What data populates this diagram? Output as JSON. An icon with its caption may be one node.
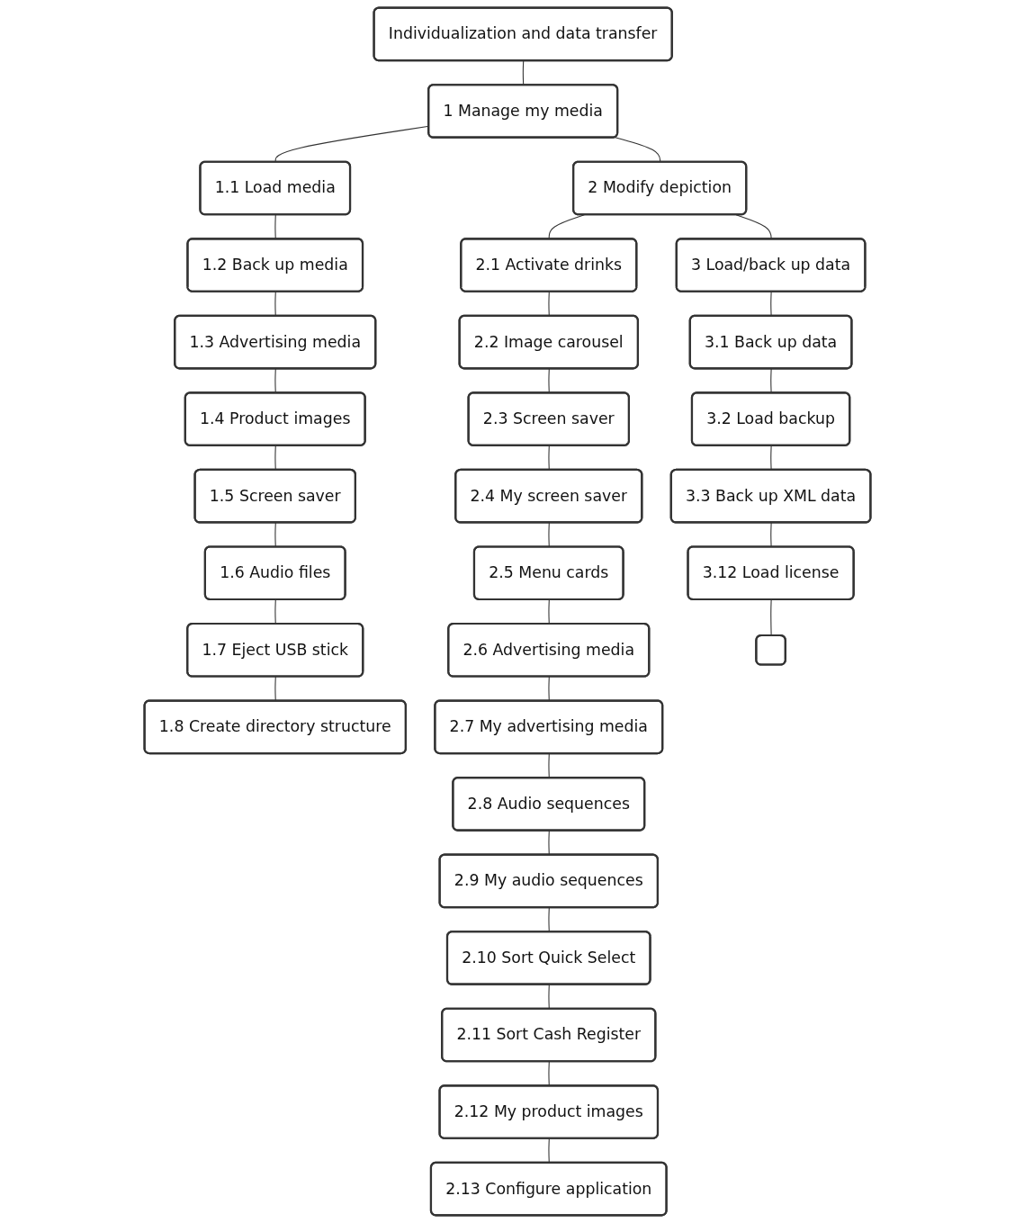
{
  "diagram": {
    "nodes": [
      {
        "text": [
          "Individualization and data transfer"
        ]
      },
      {
        "text": [
          "1 Manage my media"
        ]
      },
      {
        "text": [
          "2 Modify depiction"
        ]
      },
      {
        "text": [
          "3 Load/back up data"
        ]
      },
      {
        "text": [
          "1.1 Load media"
        ]
      },
      {
        "text": [
          "1.2 Back up media"
        ]
      },
      {
        "text": [
          "1.3 Advertising media"
        ]
      },
      {
        "text": [
          "1.4 Product images"
        ]
      },
      {
        "text": [
          "1.5 Screen saver"
        ]
      },
      {
        "text": [
          "1.6 Audio files"
        ]
      },
      {
        "text": [
          "1.7 Eject USB stick"
        ]
      },
      {
        "text": [
          "1.8 Create directory structure"
        ]
      },
      {
        "text": [
          "2.1 Activate drinks"
        ]
      },
      {
        "text": [
          "2.2 Image carousel"
        ]
      },
      {
        "text": [
          "2.3 Screen saver"
        ]
      },
      {
        "text": [
          "2.4 My screen saver"
        ]
      },
      {
        "text": [
          "2.5 Menu cards"
        ]
      },
      {
        "text": [
          "2.6 Advertising media"
        ]
      },
      {
        "text": [
          "2.7 My advertising media"
        ]
      },
      {
        "text": [
          "2.8 Audio sequences"
        ]
      },
      {
        "text": [
          "2.9 My audio sequences"
        ]
      },
      {
        "text": [
          "2.10 Sort Quick Select"
        ]
      },
      {
        "text": [
          "2.11 Sort Cash Register"
        ]
      },
      {
        "text": [
          "2.12 My product images"
        ]
      },
      {
        "text": [
          "2.13 Configure application"
        ]
      },
      {
        "text": [
          "3.1 Back up data"
        ]
      },
      {
        "text": [
          "3.2 Load backup"
        ]
      },
      {
        "text": [
          "3.3 Back up XML data"
        ]
      },
      {
        "text": [
          "3.12 Load license"
        ]
      },
      {
        "text": [],
        "shape": "box"
      }
    ],
    "edges": [
      {
        "from": 0,
        "to": 1,
        "arrow": "none"
      },
      {
        "from": 1,
        "to": 2,
        "arrow": "none"
      },
      {
        "from": 2,
        "to": 3,
        "arrow": "none"
      },
      {
        "from": 1,
        "to": 4,
        "arrow": "none"
      },
      {
        "from": 4,
        "to": 5,
        "arrow": "none"
      },
      {
        "from": 5,
        "to": 6,
        "arrow": "none"
      },
      {
        "from": 6,
        "to": 7,
        "arrow": "none"
      },
      {
        "from": 7,
        "to": 8,
        "arrow": "none"
      },
      {
        "from": 8,
        "to": 9,
        "arrow": "none"
      },
      {
        "from": 9,
        "to": 10,
        "arrow": "none"
      },
      {
        "from": 10,
        "to": 11,
        "arrow": "none"
      },
      {
        "from": 2,
        "to": 12,
        "arrow": "none"
      },
      {
        "from": 12,
        "to": 13,
        "arrow": "none"
      },
      {
        "from": 13,
        "to": 14,
        "arrow": "none"
      },
      {
        "from": 14,
        "to": 15,
        "arrow": "none"
      },
      {
        "from": 15,
        "to": 16,
        "arrow": "none"
      },
      {
        "from": 16,
        "to": 17,
        "arrow": "none"
      },
      {
        "from": 17,
        "to": 18,
        "arrow": "none"
      },
      {
        "from": 18,
        "to": 19,
        "arrow": "none"
      },
      {
        "from": 19,
        "to": 20,
        "arrow": "none"
      },
      {
        "from": 20,
        "to": 21,
        "arrow": "none"
      },
      {
        "from": 21,
        "to": 22,
        "arrow": "none"
      },
      {
        "from": 22,
        "to": 23,
        "arrow": "none"
      },
      {
        "from": 23,
        "to": 24,
        "arrow": "none"
      },
      {
        "from": 3,
        "to": 25,
        "arrow": "none"
      },
      {
        "from": 25,
        "to": 26,
        "arrow": "none"
      },
      {
        "from": 26,
        "to": 27,
        "arrow": "none"
      },
      {
        "from": 27,
        "to": 28,
        "arrow": "none"
      },
      {
        "from": 28,
        "to": 29,
        "arrow": "none"
      }
    ]
  }
}
